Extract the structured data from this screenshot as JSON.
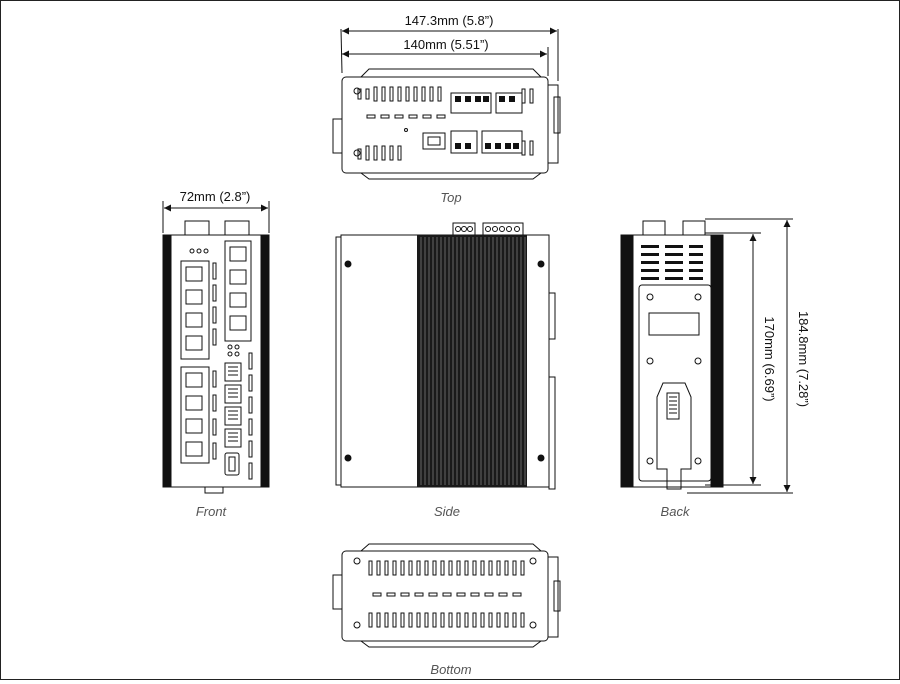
{
  "dimensions": {
    "top_overall": "147.3mm (5.8”)",
    "top_body": "140mm (5.51”)",
    "front_width": "72mm (2.8”)",
    "back_body_height": "170mm (6.69”)",
    "back_overall_height": "184.8mm (7.28”)"
  },
  "views": {
    "top": "Top",
    "front": "Front",
    "side": "Side",
    "back": "Back",
    "bottom": "Bottom"
  },
  "colors": {
    "line": "#111111",
    "caption": "#555555",
    "heatsink": "#1a1a1a"
  }
}
